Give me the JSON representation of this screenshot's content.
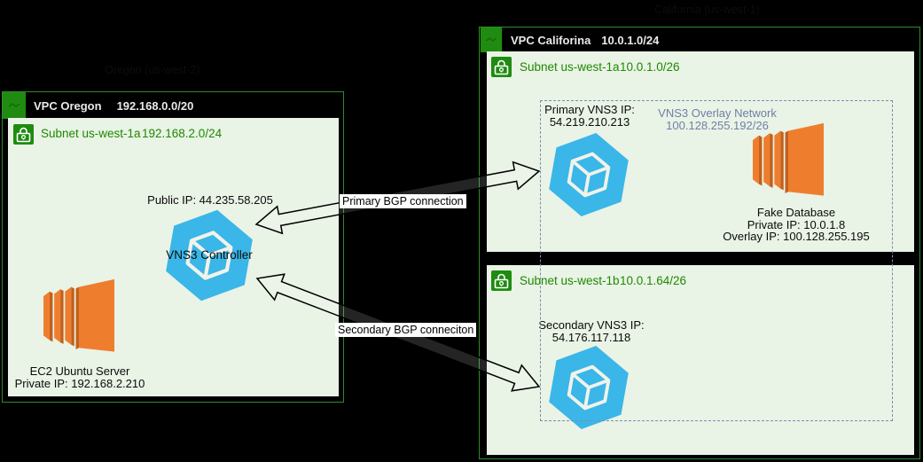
{
  "regions": {
    "oregon": {
      "faint_title": "Oregon (us-west-2)",
      "vpc": {
        "name": "VPC Oregon",
        "cidr": "192.168.0.0/20"
      },
      "subnet": {
        "name": "Subnet us-west-1a",
        "cidr": "192.168.2.0/24"
      },
      "ec2_server": {
        "name": "EC2 Ubuntu Server",
        "private_ip": "Private IP: 192.168.2.210"
      },
      "vns3_controller": {
        "public_ip": "Public IP: 44.235.58.205",
        "label": "VNS3 Controller"
      }
    },
    "california": {
      "faint_title": "California (us-west-1)",
      "vpc": {
        "name": "VPC Califorina",
        "cidr": "10.0.1.0/24"
      },
      "subnet_a": {
        "name": "Subnet us-west-1a",
        "cidr": "10.0.1.0/26",
        "primary_vns3": {
          "label": "Primary VNS3 IP:",
          "ip": "54.219.210.213"
        },
        "overlay_network": {
          "label": "VNS3 Overlay Network",
          "cidr": "100.128.255.192/26"
        },
        "fake_database": {
          "name": "Fake Database",
          "private_ip": "Private IP: 10.0.1.8",
          "overlay_ip": "Overlay IP: 100.128.255.195"
        }
      },
      "subnet_b": {
        "name": "Subnet us-west-1b",
        "cidr": "10.0.1.64/26",
        "secondary_vns3": {
          "label": "Secondary VNS3 IP:",
          "ip": "54.176.117.118"
        }
      }
    }
  },
  "connections": {
    "primary": {
      "label": "Primary BGP connection"
    },
    "secondary": {
      "label": "Secondary BGP conneciton"
    }
  },
  "colors": {
    "background": "#000000",
    "vpc_border_green": "#2e8b2e",
    "icon_green": "#1f8b10",
    "subnet_text_green": "#1e8900",
    "subnet_bg": "#e9f3e6",
    "vns3_blue": "#3ab6e8",
    "aws_orange": "#ee7e2e",
    "aws_orange_dark": "#c2601c",
    "overlay_slate": "#6f7fa5"
  }
}
